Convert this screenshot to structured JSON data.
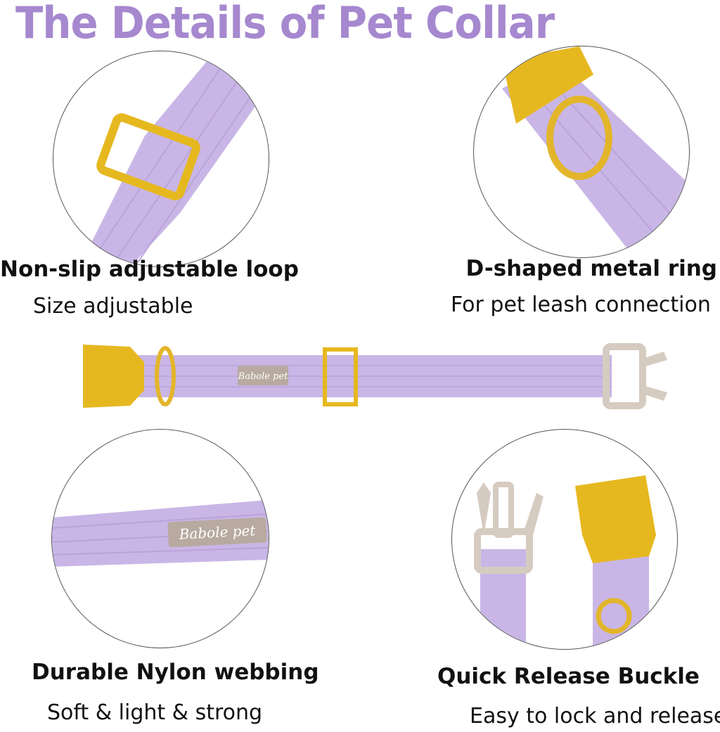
{
  "title": "The Details of Pet Collar",
  "brand_logo": "Babole pet",
  "colors": {
    "title": "#a688cf",
    "nylon": "#c9b6e6",
    "gold": "#e6b820",
    "plastic": "#d6cbc0"
  },
  "features": [
    {
      "heading": "Non-slip adjustable loop",
      "subtitle": "Size adjustable"
    },
    {
      "heading": "D-shaped metal ring",
      "subtitle": "For pet leash connection"
    },
    {
      "heading": "Durable Nylon webbing",
      "subtitle": "Soft & light & strong"
    },
    {
      "heading": "Quick Release Buckle",
      "subtitle": "Easy to lock and release"
    }
  ]
}
